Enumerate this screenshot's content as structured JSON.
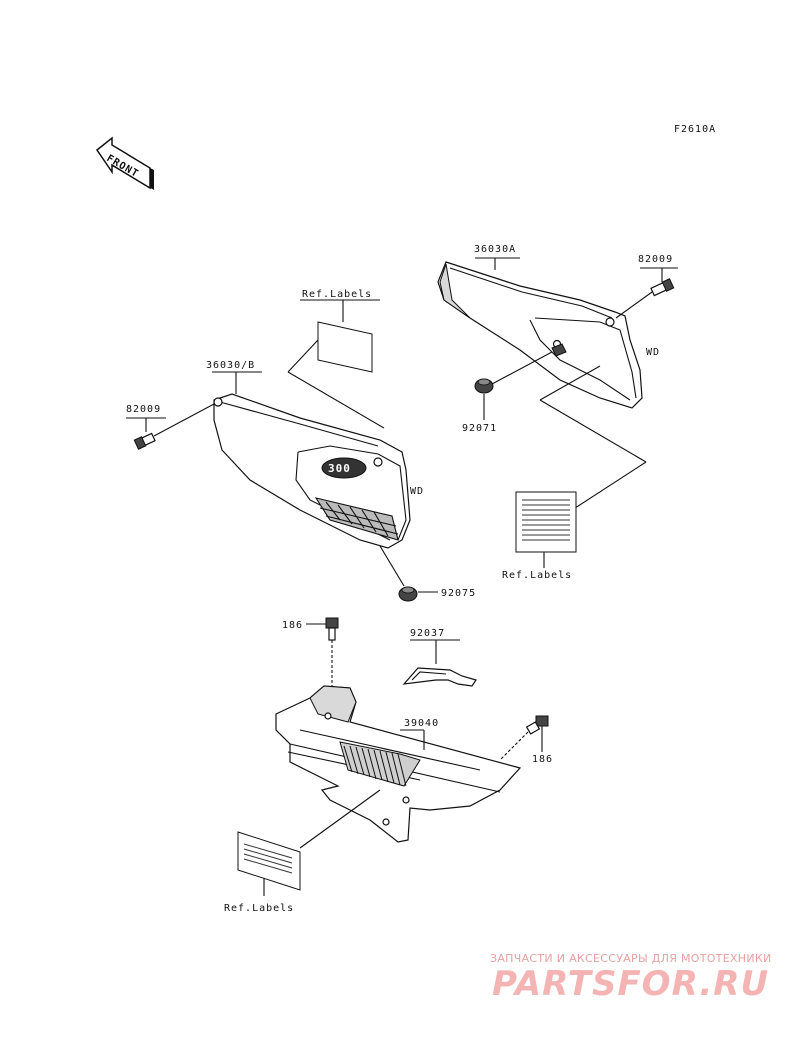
{
  "diagram": {
    "figure_code": "F2610A",
    "front_arrow": "FRONT",
    "labels": {
      "p36030A": "36030A",
      "p82009_right": "82009",
      "wd_right": "WD",
      "p92071": "92071",
      "ref_labels_top": "Ref.Labels",
      "p36030B": "36030/B",
      "p82009_left": "82009",
      "wd_left": "WD",
      "p92075": "92075",
      "ref_labels_mid": "Ref.Labels",
      "p186_top": "186",
      "p92037": "92037",
      "p39040": "39040",
      "p186_right": "186",
      "ref_labels_bottom": "Ref.Labels"
    },
    "emblem_text": "300"
  },
  "watermark": {
    "tagline": "ЗАПЧАСТИ И АКСЕССУАРЫ ДЛЯ МОТОТЕХНИКИ",
    "logo": "PARTSFOR.RU",
    "color": "#f4b4b4"
  }
}
